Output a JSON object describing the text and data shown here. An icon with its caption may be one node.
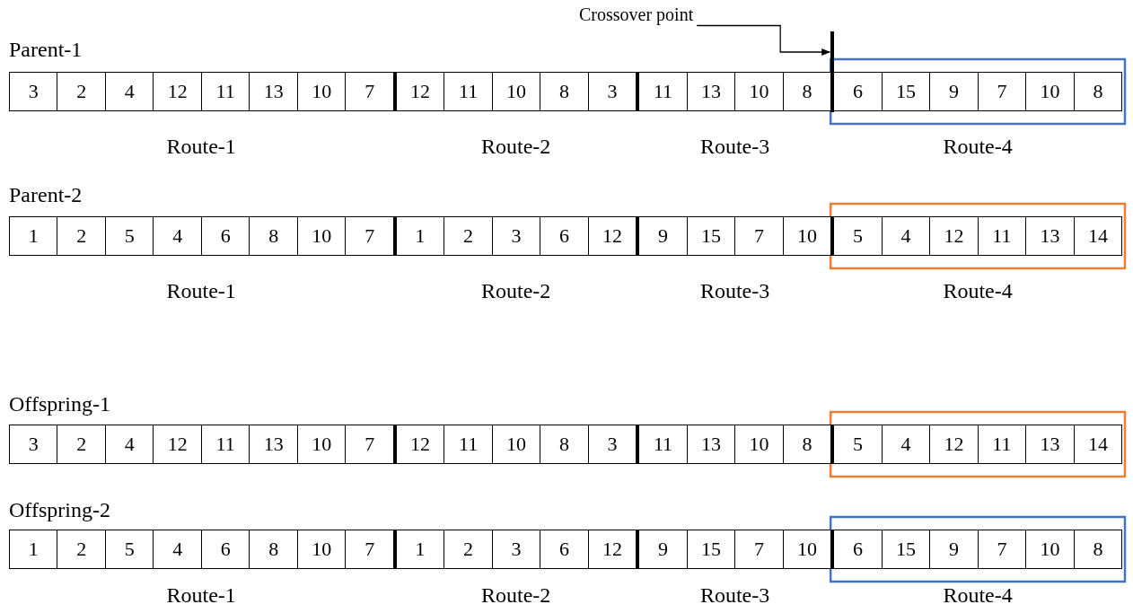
{
  "diagram": {
    "nodes": [
      {
        "text": [
          "Crossover point"
        ]
      },
      {
        "text": [],
        "shape": "bar"
      }
    ],
    "edges": [
      {
        "from": 0,
        "to": 1,
        "arrow": "to"
      }
    ],
    "labels": [
      "Parent-1",
      "3",
      "2",
      "4",
      "12",
      "11",
      "13",
      "10",
      "7",
      "12",
      "11",
      "10",
      "8",
      "3",
      "11",
      "13",
      "10",
      "8",
      "6",
      "15",
      "9",
      "7",
      "10",
      "8",
      "Route-1",
      "Route-2",
      "Route-3",
      "Route-4",
      "Parent-2",
      "1",
      "2",
      "5",
      "4",
      "6",
      "8",
      "10",
      "7",
      "1",
      "2",
      "3",
      "6",
      "12",
      "9",
      "15",
      "7",
      "10",
      "5",
      "4",
      "12",
      "11",
      "13",
      "14",
      "Route-1",
      "Route-2",
      "Route-3",
      "Route-4",
      "Offspring-1",
      "3",
      "2",
      "4",
      "12",
      "11",
      "13",
      "10",
      "7",
      "12",
      "11",
      "10",
      "8",
      "3",
      "11",
      "13",
      "10",
      "8",
      "5",
      "4",
      "12",
      "11",
      "13",
      "14",
      "Offspring-2",
      "1",
      "2",
      "5",
      "4",
      "6",
      "8",
      "10",
      "7",
      "1",
      "2",
      "3",
      "6",
      "12",
      "9",
      "15",
      "7",
      "10",
      "6",
      "15",
      "9",
      "7",
      "10",
      "8",
      "Route-1",
      "Route-2",
      "Route-3",
      "Route-4"
    ]
  }
}
